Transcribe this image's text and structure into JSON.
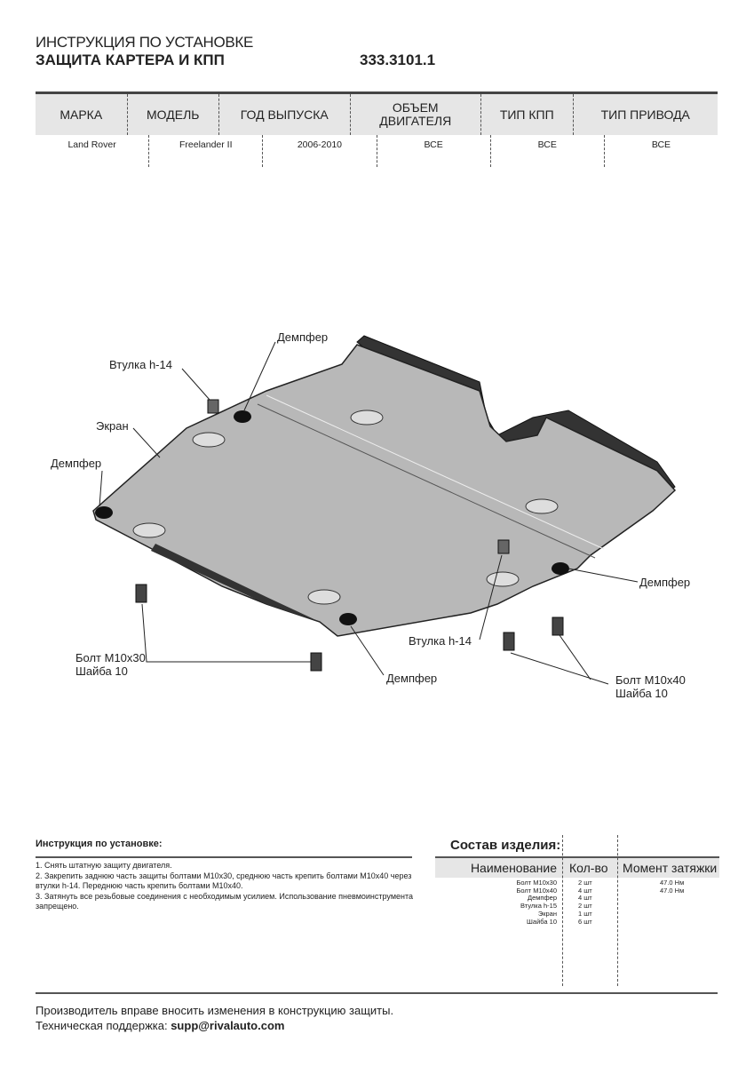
{
  "header": {
    "subtitle": "ИНСТРУКЦИЯ ПО УСТАНОВКЕ",
    "title": "ЗАЩИТА КАРТЕРА И КПП",
    "code": "333.3101.1"
  },
  "spec_table": {
    "headers": [
      "МАРКА",
      "МОДЕЛЬ",
      "ГОД ВЫПУСКА",
      "ОБЪЕМ ДВИГАТЕЛЯ",
      "ТИП КПП",
      "ТИП ПРИВОДА"
    ],
    "values": [
      "Land Rover",
      "Freelander II",
      "2006-2010",
      "ВСЕ",
      "ВСЕ",
      "ВСЕ"
    ]
  },
  "diagram": {
    "labels": {
      "damper_top": "Демпфер",
      "bushing_left": "Втулка h-14",
      "screen": "Экран",
      "damper_left": "Демпфер",
      "damper_right": "Демпфер",
      "bushing_right": "Втулка h-14",
      "damper_bottom": "Демпфер",
      "bolt30": "Болт М10х30",
      "washer_left": "Шайба 10",
      "bolt40": "Болт М10х40",
      "washer_right": "Шайба 10"
    }
  },
  "instructions": {
    "title": "Инструкция по установке:",
    "steps": [
      "1. Снять штатную защиту двигателя.",
      "2. Закрепить заднюю часть защиты болтами М10х30, среднюю часть крепить болтами М10х40 через втулки h-14. Переднюю часть крепить болтами М10х40.",
      "3. Затянуть все резьбовые соединения с необходимым усилием. Использование пневмоинструмента запрещено."
    ]
  },
  "composition": {
    "title": "Состав изделия:",
    "headers": [
      "Наименование",
      "Кол-во",
      "Момент затяжки"
    ],
    "items": [
      {
        "name": "Болт М10х30",
        "qty": "2 шт",
        "torque": "47.0 Нм"
      },
      {
        "name": "Болт М10х40",
        "qty": "4 шт",
        "torque": "47.0 Нм"
      },
      {
        "name": "Демпфер",
        "qty": "4 шт",
        "torque": ""
      },
      {
        "name": "Втулка h-15",
        "qty": "2 шт",
        "torque": ""
      },
      {
        "name": "Экран",
        "qty": "1 шт",
        "torque": ""
      },
      {
        "name": "Шайба 10",
        "qty": "6 шт",
        "torque": ""
      }
    ]
  },
  "footer": {
    "line1": "Производитель вправе вносить изменения в конструкцию защиты.",
    "line2_prefix": "Техническая поддержка: ",
    "email": "supp@rivalauto.com"
  }
}
